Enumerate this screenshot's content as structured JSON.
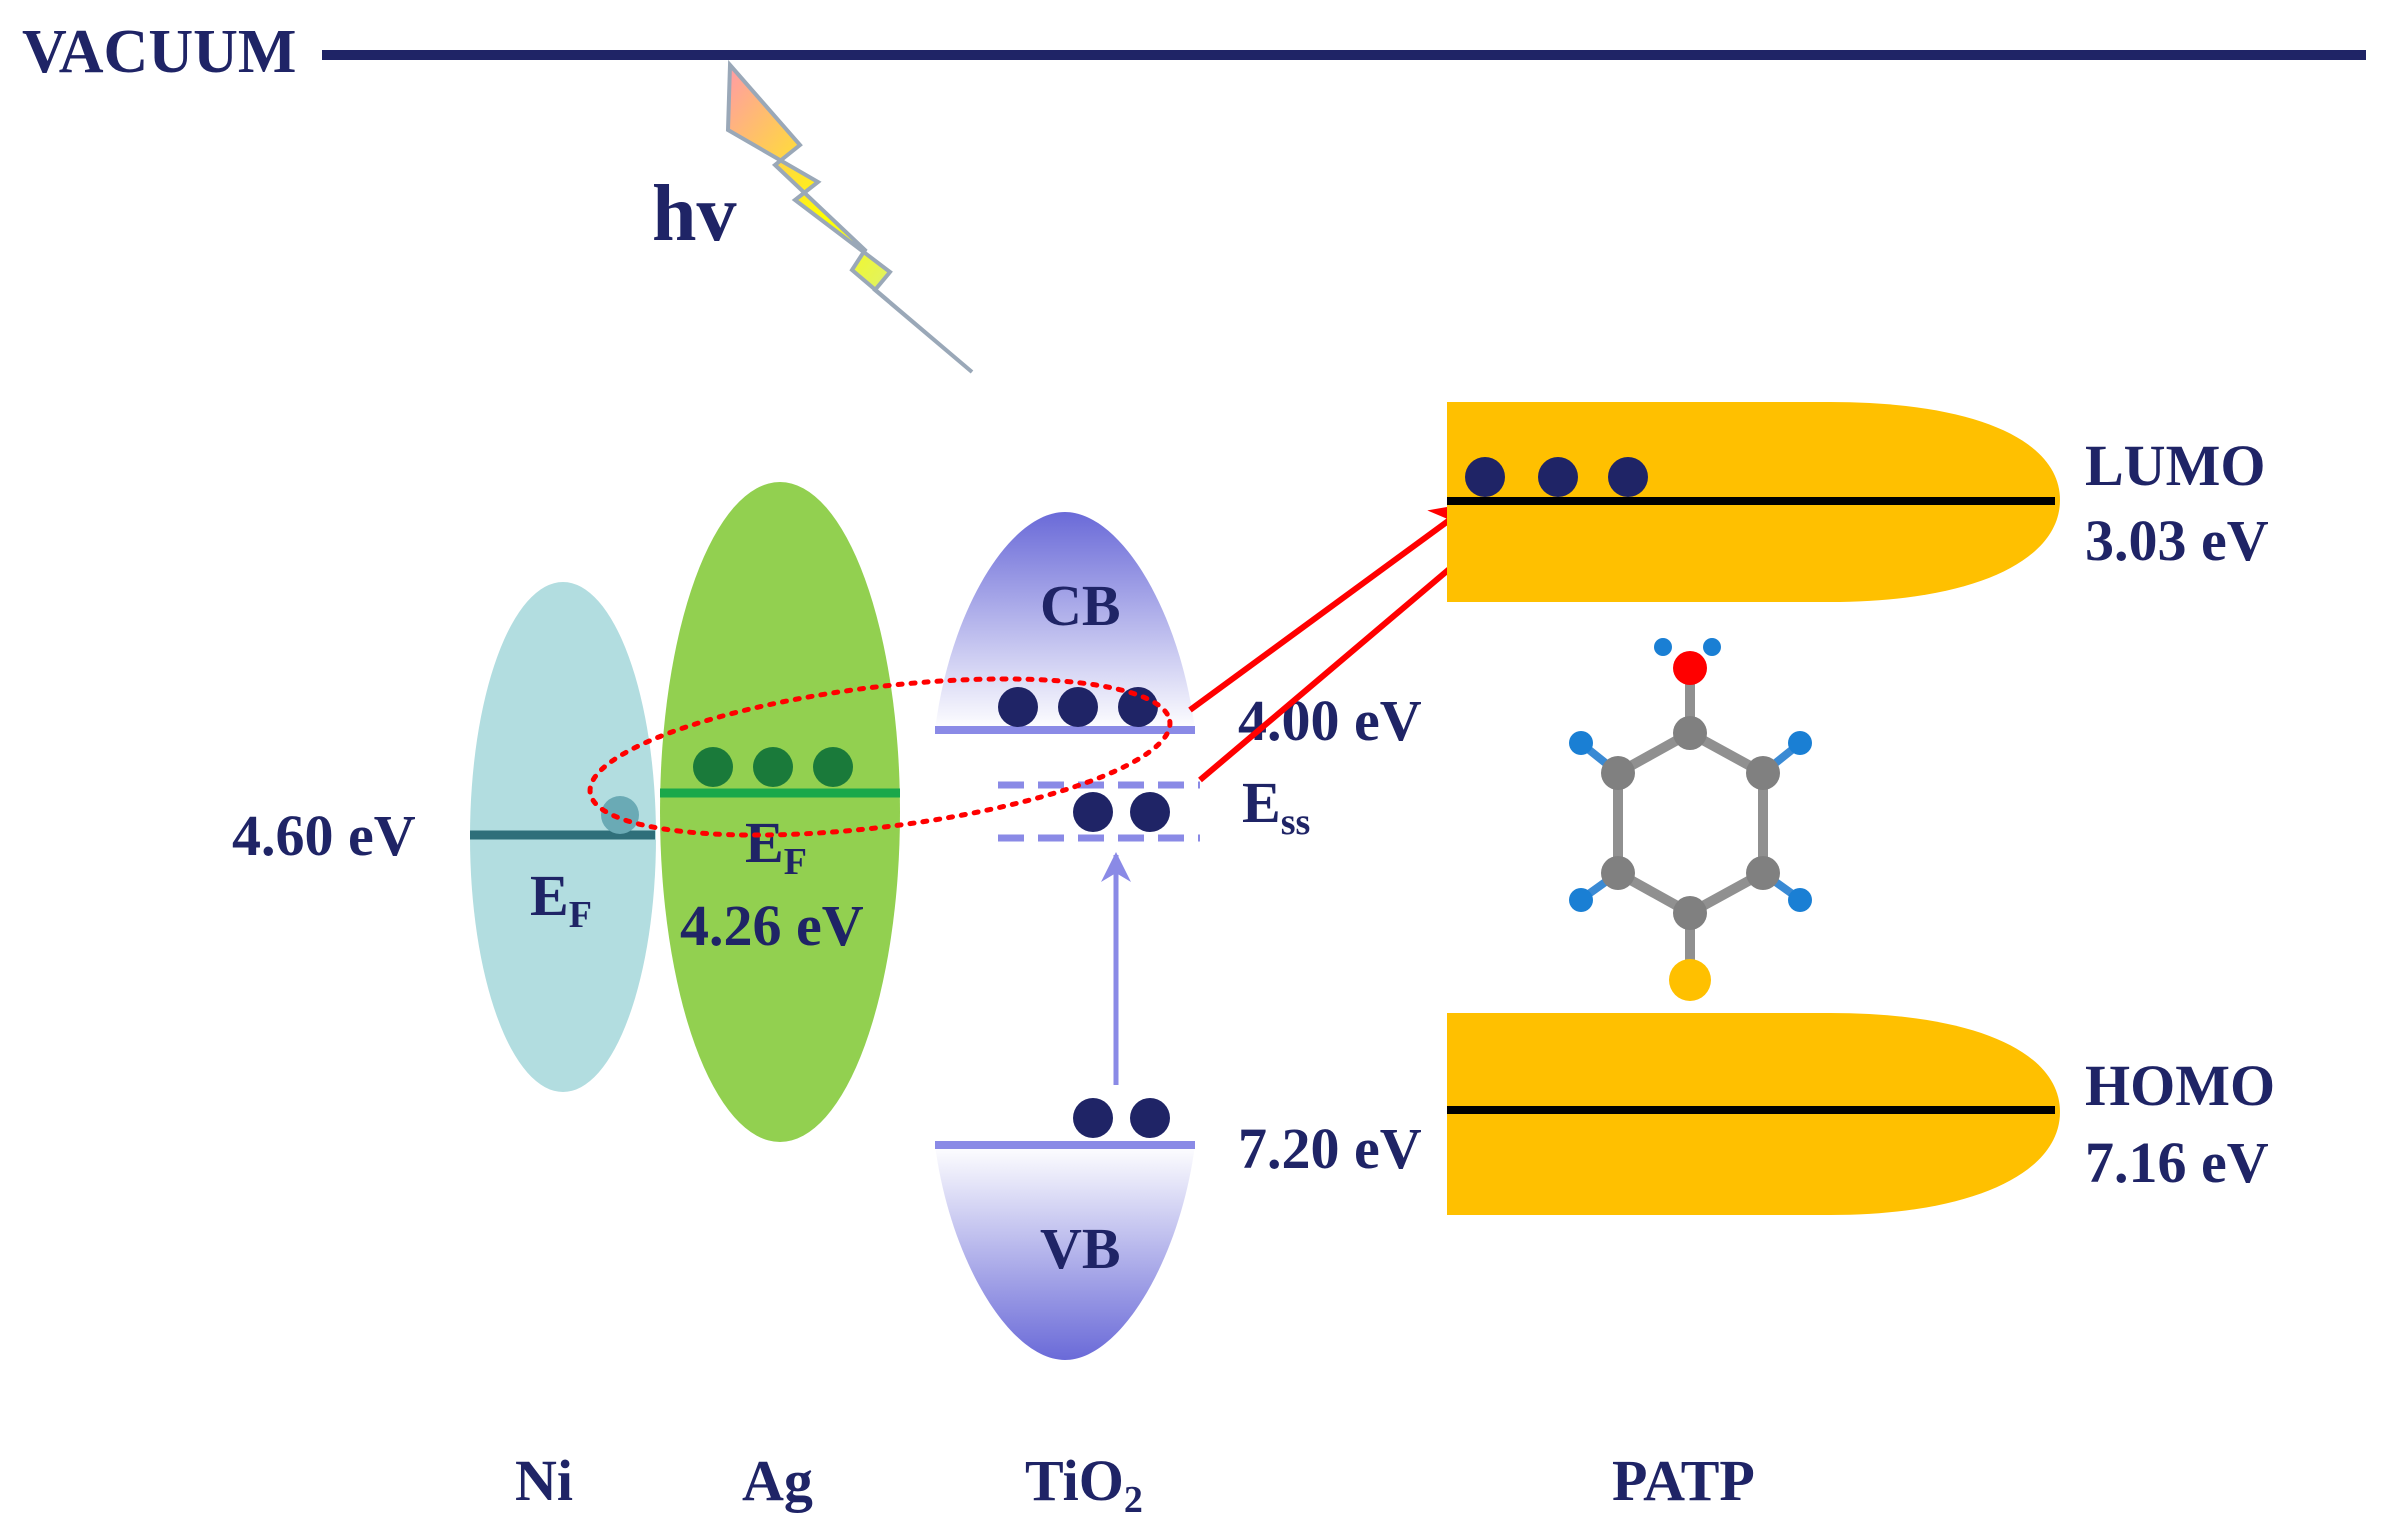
{
  "vacuum_label": "VACUUM",
  "light_label": "hv",
  "materials": {
    "ni": {
      "label": "Ni",
      "fermi_label": "E",
      "fermi_sub": "F",
      "energy": "4.60 eV"
    },
    "ag": {
      "label": "Ag",
      "fermi_label": "E",
      "fermi_sub": "F",
      "energy": "4.26 eV"
    },
    "tio2": {
      "label": "TiO",
      "label_sub": "2",
      "cb_label": "CB",
      "cb_energy": "4.00 eV",
      "vb_label": "VB",
      "vb_energy": "7.20 eV",
      "ss_label": "E",
      "ss_sub": "ss"
    },
    "patp": {
      "label": "PATP",
      "lumo_label": "LUMO",
      "lumo_energy": "3.03 eV",
      "homo_label": "HOMO",
      "homo_energy": "7.16 eV"
    }
  },
  "colors": {
    "text": "#1f2466",
    "vacuum_line": "#1f2466",
    "ni_ellipse": "#b2dde0",
    "ni_fermi_line": "#2f6f7a",
    "ag_ellipse": "#92d050",
    "ag_fermi_line": "#1aa84a",
    "ag_electron": "#1a7a3a",
    "band_fill": "#8080e0",
    "band_line": "#8a8ae6",
    "electron": "#1f2466",
    "orbital_fill": "#ffc000",
    "arrow": "#ff0000",
    "oxygen": "#ff0000",
    "hydrogen": "#1a7fd4",
    "carbon": "#808080",
    "sulfur": "#ffc000"
  }
}
